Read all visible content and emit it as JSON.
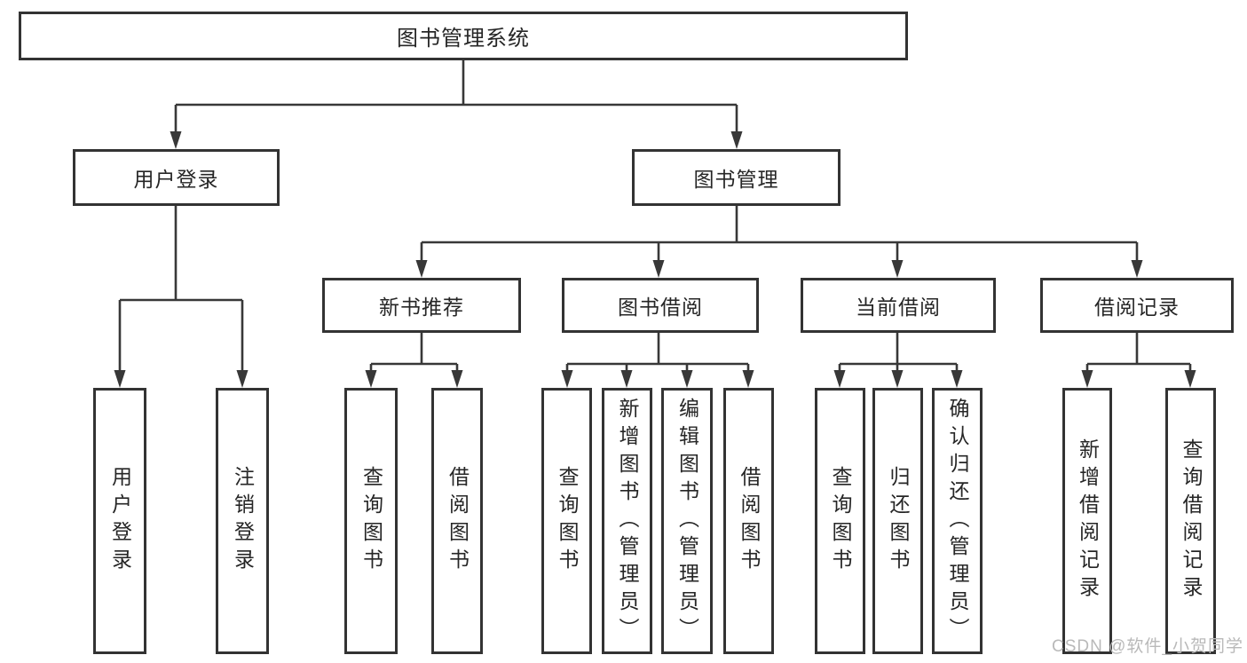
{
  "watermark": {
    "text": "CSDN @软件_小贺同学",
    "color": "#b9b9b9"
  },
  "colors": {
    "line": "#383838",
    "box_border": "#333333",
    "text": "#262626",
    "background": "#ffffff"
  },
  "tree": {
    "label": "图书管理系统",
    "children": [
      {
        "label": "用户登录",
        "children": [
          {
            "label": "用户登录"
          },
          {
            "label": "注销登录"
          }
        ]
      },
      {
        "label": "图书管理",
        "children": [
          {
            "label": "新书推荐",
            "children": [
              {
                "label": "查询图书"
              },
              {
                "label": "借阅图书"
              }
            ]
          },
          {
            "label": "图书借阅",
            "children": [
              {
                "label": "查询图书"
              },
              {
                "label": "新增图书（管理员）"
              },
              {
                "label": "编辑图书（管理员）"
              },
              {
                "label": "借阅图书"
              }
            ]
          },
          {
            "label": "当前借阅",
            "children": [
              {
                "label": "查询图书"
              },
              {
                "label": "归还图书"
              },
              {
                "label": "确认归还（管理员）"
              }
            ]
          },
          {
            "label": "借阅记录",
            "children": [
              {
                "label": "新增借阅记录"
              },
              {
                "label": "查询借阅记录"
              }
            ]
          }
        ]
      }
    ]
  }
}
